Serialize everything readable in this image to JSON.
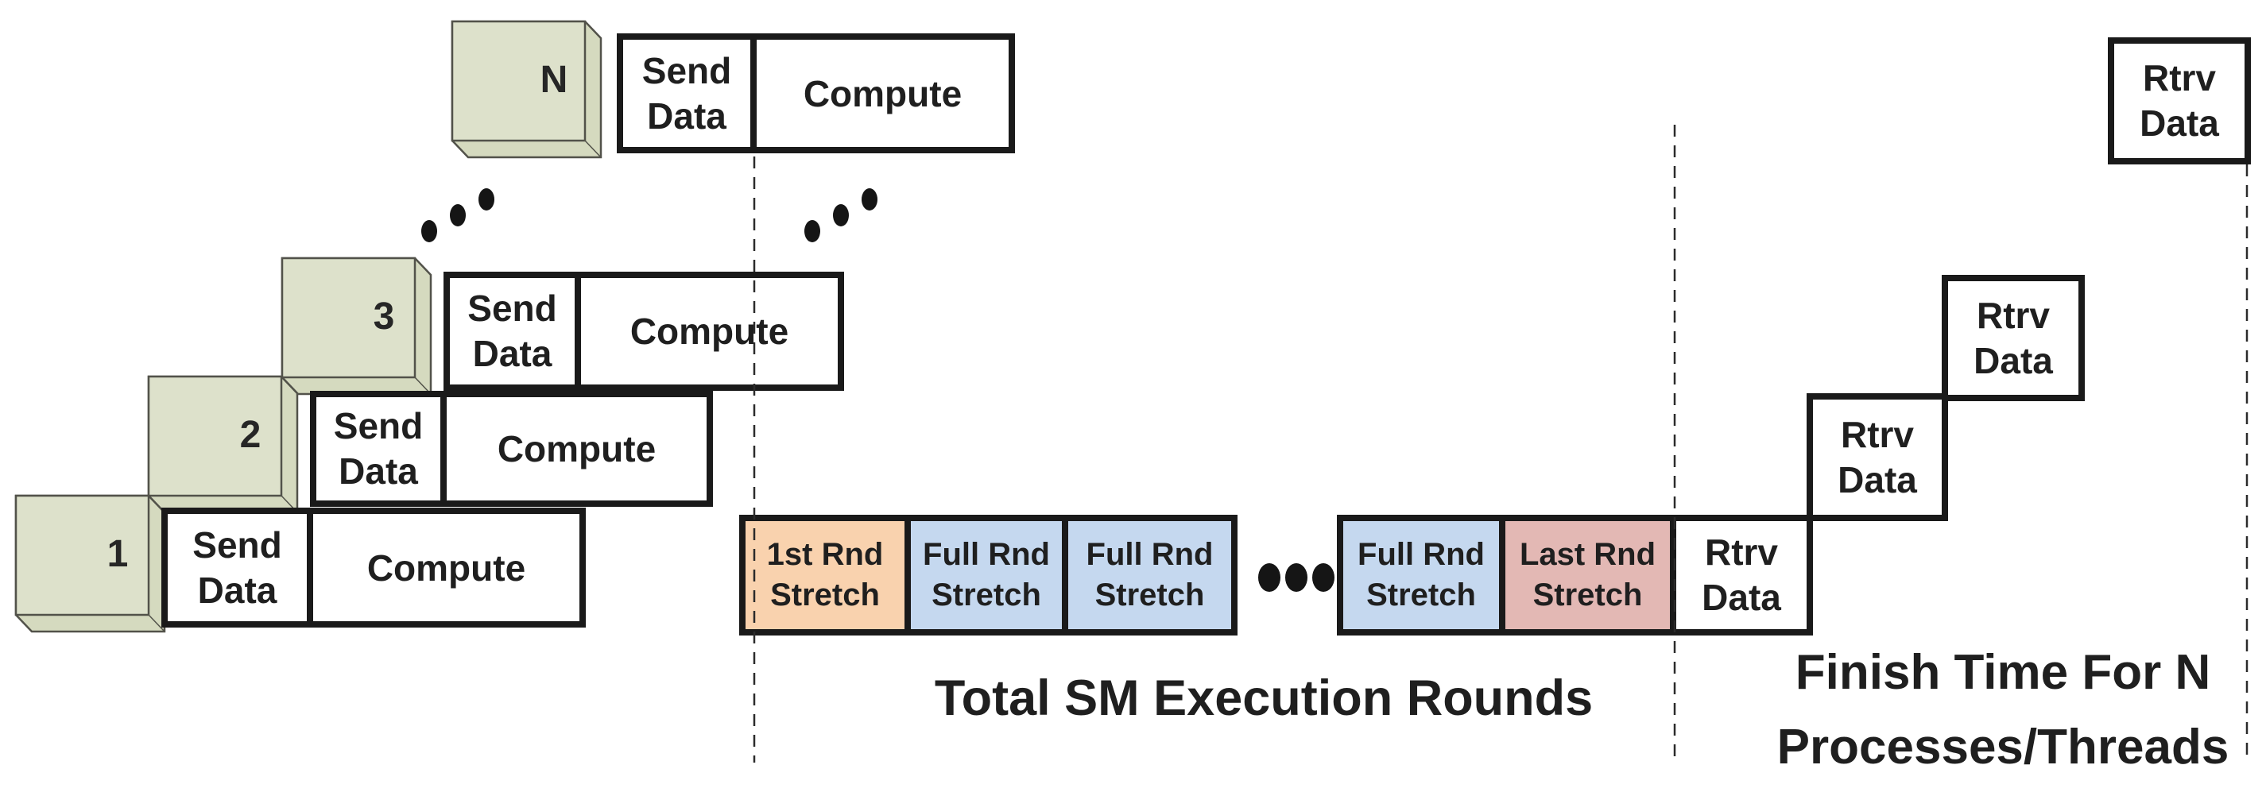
{
  "colors": {
    "box_border": "#1a1a1a",
    "text": "#1f1f1f",
    "green_face": "#dde1cb",
    "green_side": "#d5dabf",
    "green_border": "#52524a",
    "orange": "#f9d2ae",
    "blue": "#c5d8ef",
    "pink": "#e3b8b4",
    "dot": "#151515",
    "dash": "#2b2b2b"
  },
  "cubes": [
    {
      "id": "1"
    },
    {
      "id": "2"
    },
    {
      "id": "3"
    },
    {
      "id": "N"
    }
  ],
  "box_labels": {
    "send_line1": "Send",
    "send_line2": "Data",
    "compute": "Compute",
    "rtrv_line1": "Rtrv",
    "rtrv_line2": "Data"
  },
  "stretch_cells": {
    "first": {
      "line1": "1st Rnd",
      "line2": "Stretch"
    },
    "full": {
      "line1": "Full Rnd",
      "line2": "Stretch"
    },
    "last": {
      "line1": "Last Rnd",
      "line2": "Stretch"
    }
  },
  "captions": {
    "sm_rounds": "Total SM Execution Rounds",
    "finish_line1": "Finish Time For N",
    "finish_line2": "Processes/Threads"
  }
}
